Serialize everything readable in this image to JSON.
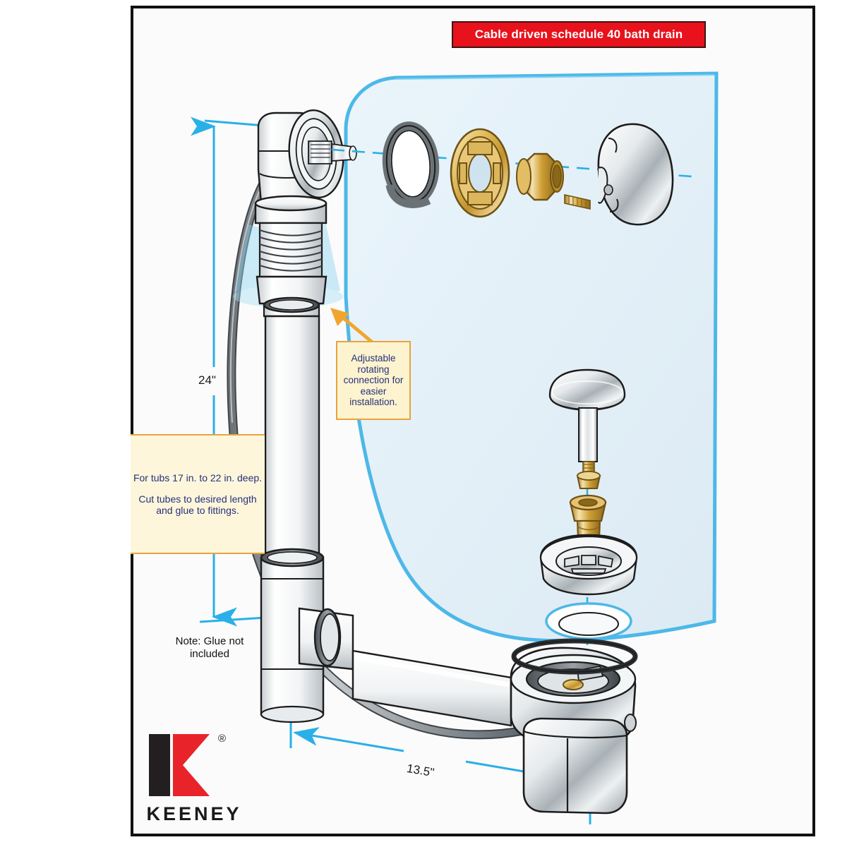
{
  "document": {
    "kind": "product-spec-diagram",
    "title_banner": {
      "text": "Cable driven schedule 40 bath drain",
      "background": "#e8121c",
      "text_color": "#ffffff"
    }
  },
  "callouts": {
    "adjustable_connection": {
      "text": "Adjustable rotating connection for easier installation.",
      "background": "#fdf3cf",
      "border": "#e8a33d",
      "text_color": "#26307a",
      "arrow_color": "#f0a62e"
    },
    "tub_depth": {
      "line1": "For tubs",
      "line2": "17 in. to 22 in.",
      "line3": "deep.",
      "paragraph1": "For tubs 17 in. to 22 in. deep.",
      "paragraph2": "Cut tubes to desired length and glue to fittings.",
      "background": "#fdf6db",
      "border": "#e8a33d",
      "text_color": "#26307a"
    },
    "glue_note": {
      "text": "Note: Glue not included",
      "text_color": "#111111"
    }
  },
  "dimensions": {
    "vertical": {
      "label": "24\"",
      "orientation": "vertical",
      "color": "#29b0e8"
    },
    "horizontal": {
      "label": "13.5\"",
      "orientation": "diagonal",
      "color": "#29b0e8"
    }
  },
  "logo": {
    "wordmark": "KEENEY",
    "registered_mark": "®",
    "bar_color": "#231f20",
    "chevron_color": "#e8242a"
  },
  "palette": {
    "page_border": "#111111",
    "tub_fill": "#e3f0f7",
    "tub_outline": "#4db8e8",
    "dimension_blue": "#29b0e8",
    "brass_light": "#f2d99a",
    "brass_mid": "#d5a73c",
    "brass_dark": "#9c7420",
    "chrome_light": "#ffffff",
    "chrome_mid": "#d8dcdf",
    "chrome_dark": "#8d959b",
    "pvc_light": "#ffffff",
    "pvc_shadow": "#d9dde0",
    "cable_gray": "#8e9499",
    "outline": "#1c1c1c"
  },
  "parts": [
    {
      "name": "overflow-elbow",
      "material": "pvc"
    },
    {
      "name": "overflow-faceplate-stud",
      "material": "chrome"
    },
    {
      "name": "overflow-gasket-ring",
      "material": "rubber"
    },
    {
      "name": "brass-spoked-faceplate",
      "material": "brass"
    },
    {
      "name": "brass-hex-nut",
      "material": "brass"
    },
    {
      "name": "set-screw",
      "material": "brass"
    },
    {
      "name": "chrome-control-knob",
      "material": "chrome"
    },
    {
      "name": "adjustable-threaded-connection",
      "material": "pvc"
    },
    {
      "name": "overflow-tube",
      "material": "pvc"
    },
    {
      "name": "waste-tee",
      "material": "pvc"
    },
    {
      "name": "horizontal-waste-tube",
      "material": "pvc"
    },
    {
      "name": "drain-shoe",
      "material": "pvc"
    },
    {
      "name": "cable-actuator-box",
      "material": "pvc"
    },
    {
      "name": "control-cable",
      "material": "steel"
    },
    {
      "name": "stopper-cap",
      "material": "chrome"
    },
    {
      "name": "stopper-post",
      "material": "plastic"
    },
    {
      "name": "stopper-nut",
      "material": "brass"
    },
    {
      "name": "strainer-bolt",
      "material": "brass"
    },
    {
      "name": "strainer-flange",
      "material": "chrome"
    },
    {
      "name": "drain-gasket",
      "material": "rubber"
    }
  ]
}
